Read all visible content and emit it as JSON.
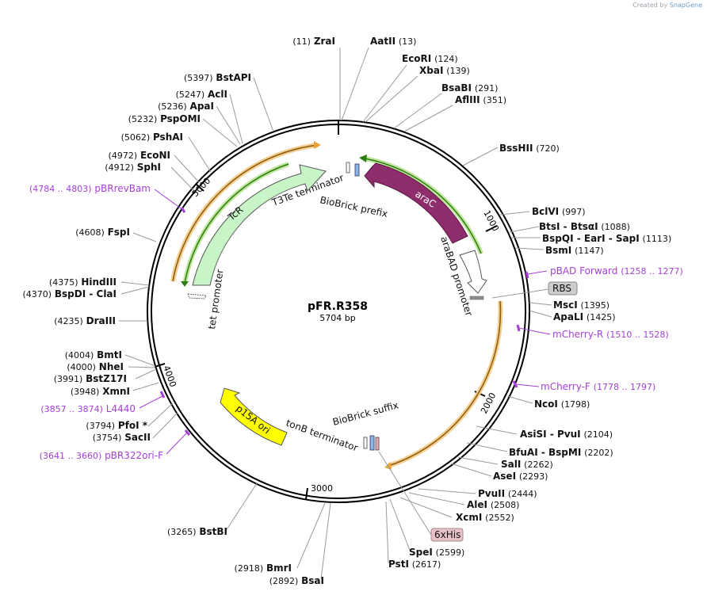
{
  "credit": {
    "prefix": "Created by",
    "brand": "SnapGene"
  },
  "plasmid": {
    "name": "pFR.R358",
    "length": "5704 bp"
  },
  "ticks": [
    "1000",
    "2000",
    "3000",
    "4000",
    "5000"
  ],
  "sites": [
    {
      "pos": "(11)",
      "name": "ZraI"
    },
    {
      "pos": "(13)",
      "name": "AatII"
    },
    {
      "pos": "(124)",
      "name": "EcoRI"
    },
    {
      "pos": "(139)",
      "name": "XbaI"
    },
    {
      "pos": "(291)",
      "name": "BsaBI"
    },
    {
      "pos": "(351)",
      "name": "AflIII"
    },
    {
      "pos": "(720)",
      "name": "BssHII"
    },
    {
      "pos": "(997)",
      "name": "BclVI"
    },
    {
      "pos": "(1088)",
      "name": "BtsI - BtsαI"
    },
    {
      "pos": "(1113)",
      "name": "BspQI - EarI - SapI"
    },
    {
      "pos": "(1147)",
      "name": "BsmI"
    },
    {
      "pos": "(1395)",
      "name": "MscI"
    },
    {
      "pos": "(1425)",
      "name": "ApaLI"
    },
    {
      "pos": "(1798)",
      "name": "NcoI"
    },
    {
      "pos": "(2104)",
      "name": "AsiSI - PvuI"
    },
    {
      "pos": "(2202)",
      "name": "BfuAI - BspMI"
    },
    {
      "pos": "(2262)",
      "name": "SalI"
    },
    {
      "pos": "(2293)",
      "name": "AseI"
    },
    {
      "pos": "(2444)",
      "name": "PvuII"
    },
    {
      "pos": "(2508)",
      "name": "AleI"
    },
    {
      "pos": "(2552)",
      "name": "XcmI"
    },
    {
      "pos": "(2599)",
      "name": "SpeI"
    },
    {
      "pos": "(2617)",
      "name": "PstI"
    },
    {
      "pos": "(2892)",
      "name": "BsaI"
    },
    {
      "pos": "(2918)",
      "name": "BmrI"
    },
    {
      "pos": "(3265)",
      "name": "BstBI"
    },
    {
      "pos": "(3754)",
      "name": "SacII"
    },
    {
      "pos": "(3794)",
      "name": "PfoI *"
    },
    {
      "pos": "(3948)",
      "name": "XmnI"
    },
    {
      "pos": "(3991)",
      "name": "BstZ17I"
    },
    {
      "pos": "(4000)",
      "name": "NheI"
    },
    {
      "pos": "(4004)",
      "name": "BmtI"
    },
    {
      "pos": "(4235)",
      "name": "DraIII"
    },
    {
      "pos": "(4370)",
      "name": "BspDI - ClaI"
    },
    {
      "pos": "(4375)",
      "name": "HindIII"
    },
    {
      "pos": "(4608)",
      "name": "FspI"
    },
    {
      "pos": "(4912)",
      "name": "SphI"
    },
    {
      "pos": "(4972)",
      "name": "EcoNI"
    },
    {
      "pos": "(5062)",
      "name": "PshAI"
    },
    {
      "pos": "(5232)",
      "name": "PspOMI"
    },
    {
      "pos": "(5236)",
      "name": "ApaI"
    },
    {
      "pos": "(5247)",
      "name": "AclI"
    },
    {
      "pos": "(5397)",
      "name": "BstAPI"
    }
  ],
  "primers": [
    {
      "name": "pBAD Forward",
      "range": "(1258 .. 1277)"
    },
    {
      "name": "mCherry-R",
      "range": "(1510 .. 1528)"
    },
    {
      "name": "mCherry-F",
      "range": "(1778 .. 1797)"
    },
    {
      "name": "L4440",
      "range": "(3857 .. 3874)"
    },
    {
      "name": "pBR322ori-F",
      "range": "(3641 .. 3660)"
    },
    {
      "name": "pBRrevBam",
      "range": "(4784 .. 4803)"
    }
  ],
  "features": {
    "araC": "araC",
    "tcr": "TcR",
    "p15a": "p15A ori",
    "rbs": "RBS",
    "his": "6xHis",
    "t3te": "T3Te terminator",
    "biobrick_prefix": "BioBrick prefix",
    "arabad": "araBAD promoter",
    "tet_promoter": "tet promoter",
    "biobrick_suffix": "BioBrick suffix",
    "tonb": "tonB terminator"
  },
  "colors": {
    "backbone": "#000000",
    "primer": "#a43fd9",
    "araC": "#8e2d6b",
    "tcr_fill": "#c8f5c8",
    "p15a": "#ffff00",
    "orange_arc": "#e8a33c",
    "green_arc": "#2e7d11"
  }
}
